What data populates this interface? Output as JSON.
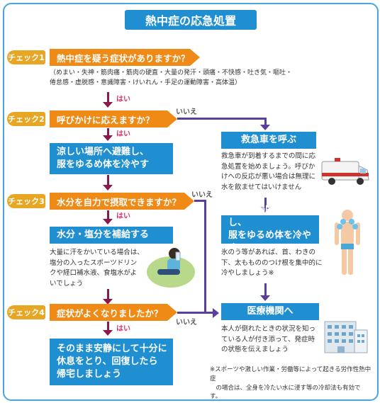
{
  "title": "熱中症の応急処置",
  "checks": [
    "チェック1",
    "チェック2",
    "チェック3",
    "チェック4"
  ],
  "questions": {
    "q1": "熱中症を疑う症状がありますか？",
    "q2": "呼びかけに応えますか？",
    "q3": "水分を自力で摂取できますか？",
    "q4": "症状がよくなりましたか？"
  },
  "symptoms": [
    "（めまい・失神・筋肉痛・筋肉の硬直・大量の発汗・頭痛・不快感・吐き気・嘔吐・",
    "倦怠感・虚脱感・意識障害・けいれん・手足の運動障害・高体温）"
  ],
  "yes": "はい",
  "no": "いいえ",
  "actions": {
    "cool_left": [
      "涼しい場所へ避難し、",
      "服をゆるめ体を冷やす"
    ],
    "hydrate": "水分・塩分を補給する",
    "hydrate_note": [
      "大量に汗をかいている場合は、",
      "塩分の入ったスポーツドリン",
      "クや経口補水液、食塩水がよ",
      "いでしょう"
    ],
    "rest": [
      "そのまま安静にして十分に",
      "休息をとり、回復したら",
      "帰宅しましょう"
    ],
    "ambulance": "救急車を呼ぶ",
    "ambulance_note": [
      "救急車が到着するまでの間に応",
      "急処置を始めましょう。呼びか",
      "けへの反応が悪い場合は無理に",
      "水を飲ませてはいけません"
    ],
    "cool_right": [
      "涼しい場所へ避難し、",
      "服をゆるめ体を冷やす"
    ],
    "cool_right_note": [
      "氷のう等があれば、首、わきの",
      "下、太ももののつけ根を集中的に",
      "冷やしましょう※"
    ],
    "hospital": "医療機関へ",
    "hospital_note": [
      "本人が倒れたときの状況を知っ",
      "ている人が付き添って、発症時",
      "の状態を伝えましょう"
    ]
  },
  "footnote": [
    "※スポーツや激しい作業・労働等によって起きる労作性熱中症",
    "　の場合は、全身を冷たい水に浸す等の冷却法も有効です。"
  ],
  "colors": {
    "blue": "#1f8fd1",
    "orange": "#f08a16",
    "gold": "#e7a624",
    "arrow": "#8b1a4a",
    "purple": "#5a3e9c",
    "border": "#4aa6d8"
  }
}
